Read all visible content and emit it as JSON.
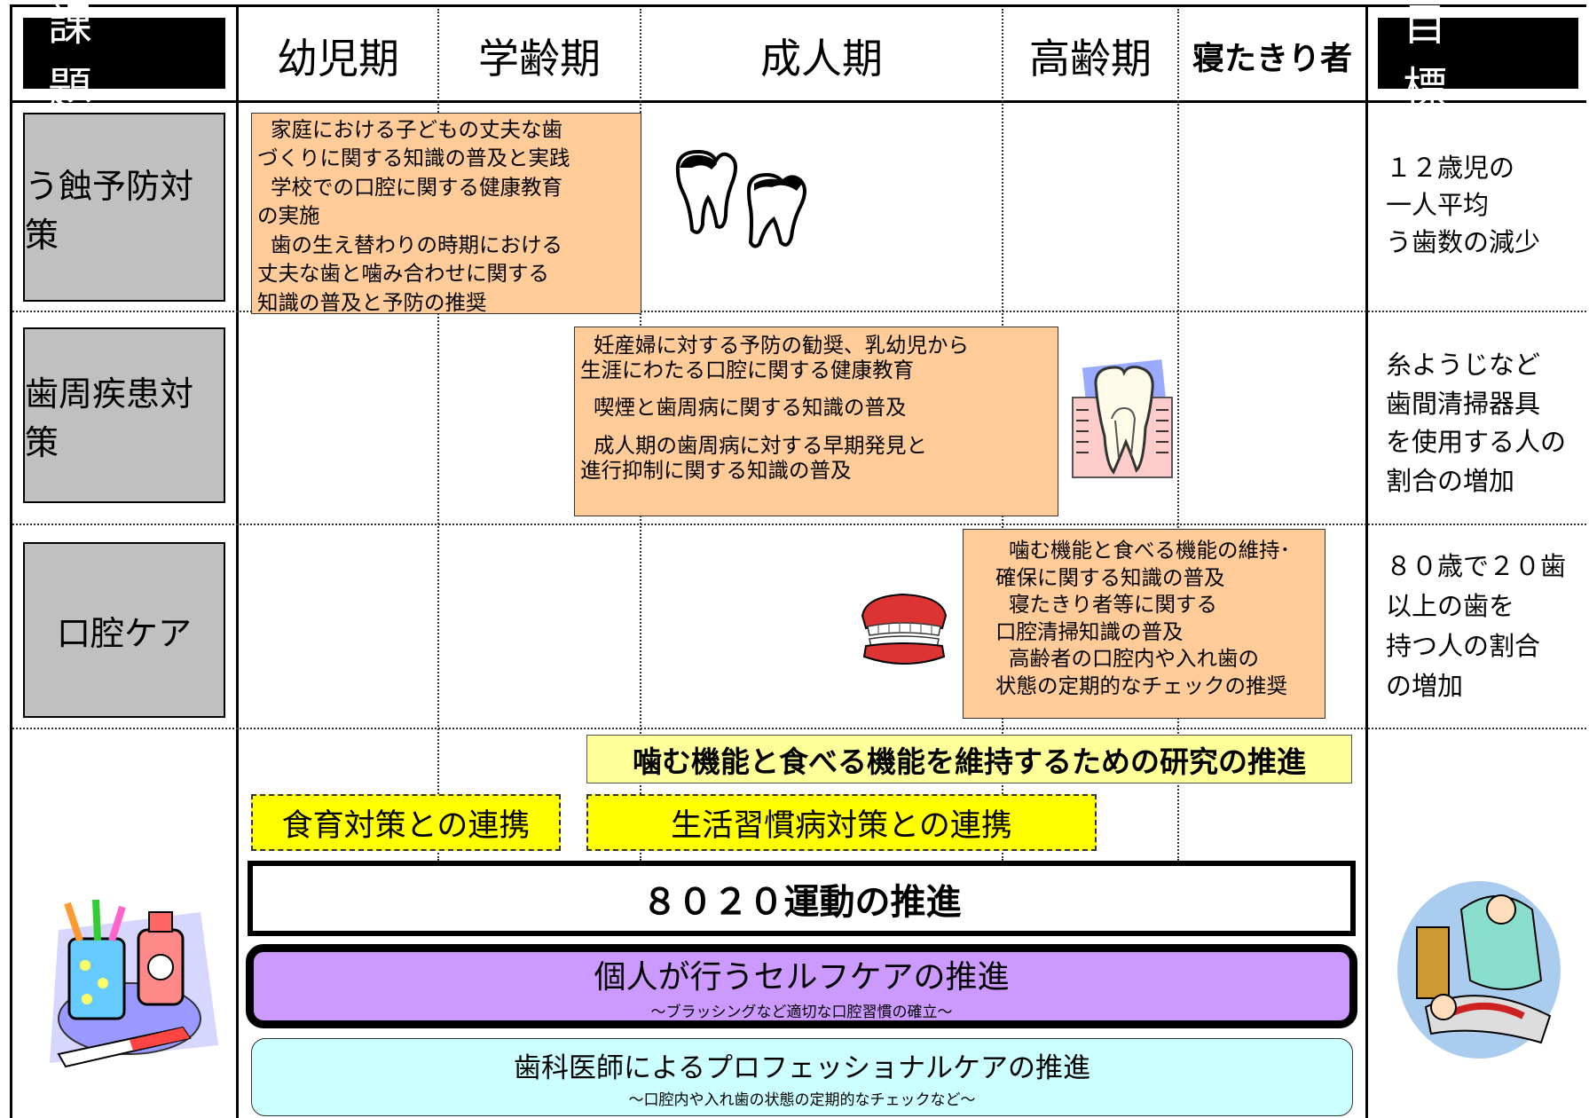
{
  "header": {
    "issue_label": "課　題",
    "columns": [
      "幼児期",
      "学齢期",
      "成人期",
      "高齢期",
      "寝たきり者"
    ],
    "goal_label": "目　標"
  },
  "rows": [
    {
      "label": "う蝕予防対策",
      "box_lines": [
        "  家庭における子どもの丈夫な歯",
        "づくりに関する知識の普及と実践",
        "  学校での口腔に関する健康教育",
        "の実施",
        "  歯の生え替わりの時期における",
        "丈夫な歯と噛み合わせに関する",
        "知識の普及と予防の推奨"
      ],
      "goal_lines": [
        "１２歳児の",
        "一人平均",
        "う歯数の減少"
      ],
      "clipart": "teeth-icon"
    },
    {
      "label": "歯周疾患対策",
      "box_lines": [
        "  妊産婦に対する予防の勧奨、乳幼児から",
        "生涯にわたる口腔に関する健康教育",
        "",
        "  喫煙と歯周病に関する知識の普及",
        "",
        "  成人期の歯周病に対する早期発見と",
        "進行抑制に関する知識の普及"
      ],
      "goal_lines": [
        "糸ようじなど",
        "歯間清掃器具",
        "を使用する人の",
        "割合の増加"
      ],
      "clipart": "tooth-cross-section-icon"
    },
    {
      "label": "口腔ケア",
      "box_lines": [
        "  噛む機能と食べる機能の維持･",
        "確保に関する知識の普及",
        "  寝たきり者等に関する",
        "口腔清掃知識の普及",
        "  高齢者の口腔内や入れ歯の",
        "状態の定期的なチェックの推奨"
      ],
      "goal_lines": [
        "８０歳で２０歯",
        "以上の歯を",
        "持つ人の割合",
        "の増加"
      ],
      "clipart": "dentures-icon"
    }
  ],
  "bottom": {
    "research": "噛む機能と食べる機能を維持するための研究の推進",
    "shokuiku": "食育対策との連携",
    "lifestyle": "生活習慣病対策との連携",
    "movement_8020": "８０２０運動の推進",
    "selfcare_main": "個人が行うセルフケアの推進",
    "selfcare_sub": "～ブラッシングなど適切な口腔習慣の確立～",
    "pro_main": "歯科医師によるプロフェッショナルケアの推進",
    "pro_sub": "～口腔内や入れ歯の状態の定期的なチェックなど～",
    "left_clipart": "toothbrush-cup-icon",
    "right_clipart": "dentist-icon"
  },
  "colors": {
    "orange_box": "#ffcc99",
    "yellow_research": "#ffff99",
    "yellow_link": "#ffff00",
    "selfcare": "#cc99ff",
    "professional": "#ccffff",
    "label_gray": "#c0c0c0"
  }
}
